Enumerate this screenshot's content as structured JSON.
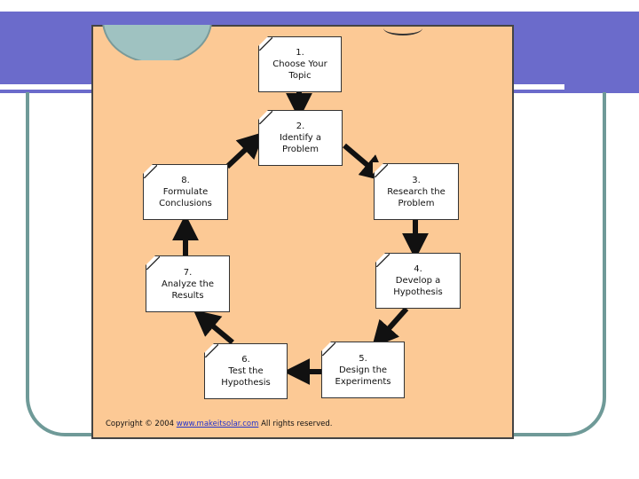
{
  "steps": [
    {
      "num": "1.",
      "line1": "Choose Your",
      "line2": "Topic"
    },
    {
      "num": "2.",
      "line1": "Identify a",
      "line2": "Problem"
    },
    {
      "num": "3.",
      "line1": "Research the",
      "line2": "Problem"
    },
    {
      "num": "4.",
      "line1": "Develop a",
      "line2": "Hypothesis"
    },
    {
      "num": "5.",
      "line1": "Design the",
      "line2": "Experiments"
    },
    {
      "num": "6.",
      "line1": "Test the",
      "line2": "Hypothesis"
    },
    {
      "num": "7.",
      "line1": "Analyze the",
      "line2": "Results"
    },
    {
      "num": "8.",
      "line1": "Formulate",
      "line2": "Conclusions"
    }
  ],
  "copyright": {
    "prefix": "Copyright © 2004",
    "link": "www.makeitsolar.com",
    "suffix": "All rights reserved."
  },
  "colors": {
    "title_bar": "#6b6bcb",
    "panel": "#fcc995",
    "frame": "#6f9a98"
  }
}
